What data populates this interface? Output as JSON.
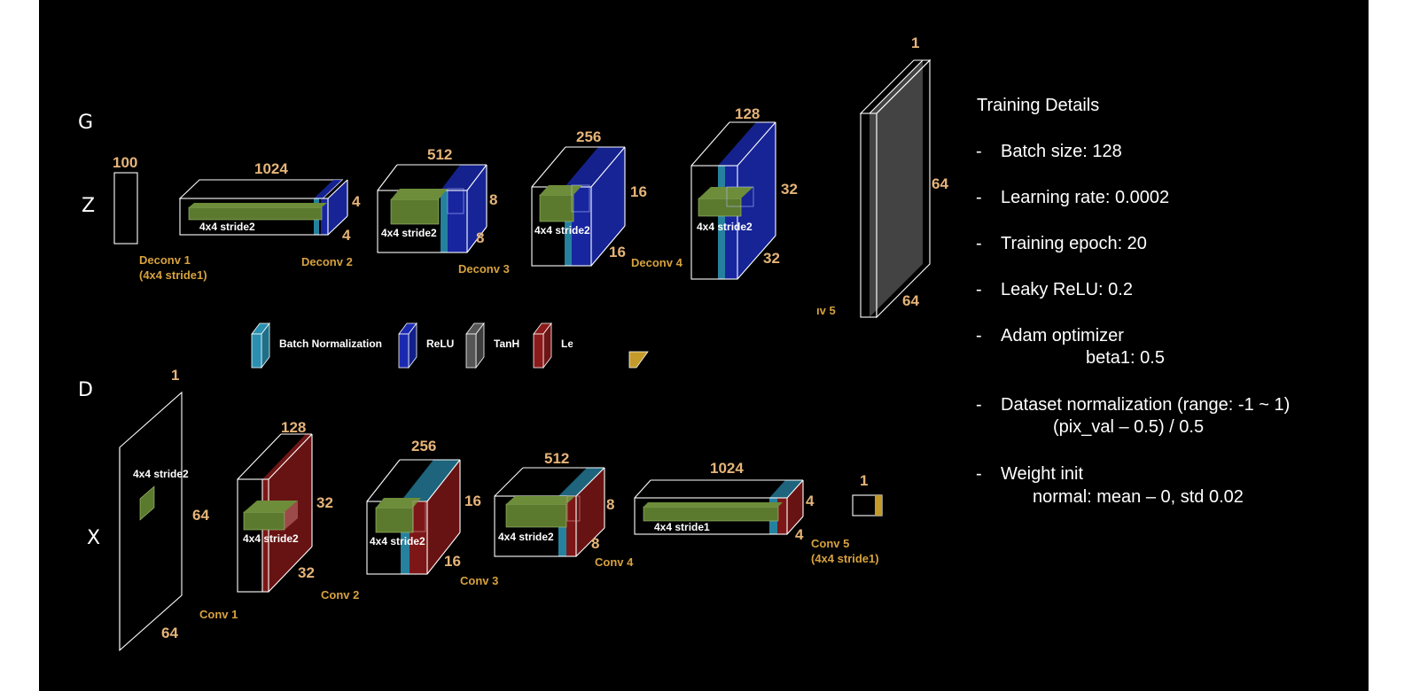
{
  "generator": {
    "title": "G",
    "input": {
      "symbol": "Z",
      "size": "100"
    },
    "deconv1": {
      "name": "Deconv 1",
      "note": "(4x4 stride1)",
      "channels": "1024",
      "dim_a": "4",
      "dim_b": "4",
      "kernel": "4x4 stride2"
    },
    "deconv2": {
      "name": "Deconv 2",
      "channels": "512",
      "dim_a": "8",
      "dim_b": "8",
      "kernel": "4x4 stride2"
    },
    "deconv3": {
      "name": "Deconv 3",
      "channels": "256",
      "dim_a": "16",
      "dim_b": "16",
      "kernel": "4x4 stride2"
    },
    "deconv4": {
      "name": "Deconv 4",
      "channels": "128",
      "dim_a": "32",
      "dim_b": "32",
      "kernel": "4x4 stride2"
    },
    "deconv5": {
      "name_fragment": "ıv 5"
    },
    "output": {
      "channels": "1",
      "dim_a": "64",
      "dim_b": "64"
    }
  },
  "legend": {
    "items": [
      {
        "label": "Batch Normalization",
        "color": "#2a8fb0"
      },
      {
        "label": "ReLU",
        "color": "#1a2ab0"
      },
      {
        "label": "TanH",
        "color": "#555555"
      },
      {
        "label": "Le",
        "color": "#8b1a1a"
      }
    ],
    "extra_color": "#c49a2a"
  },
  "discriminator": {
    "title": "D",
    "input": {
      "symbol": "X",
      "channels": "1",
      "dim_a": "64",
      "dim_b": "64",
      "kernel": "4x4 stride2"
    },
    "conv1": {
      "name": "Conv 1"
    },
    "conv2": {
      "name": "Conv 2",
      "channels": "128",
      "dim_a": "32",
      "dim_b": "32",
      "kernel": "4x4 stride2"
    },
    "conv3": {
      "name": "Conv 3",
      "channels": "256",
      "dim_a": "16",
      "dim_b": "16",
      "kernel": "4x4 stride2"
    },
    "conv4": {
      "name": "Conv 4",
      "channels": "512",
      "dim_a": "8",
      "dim_b": "8",
      "kernel": "4x4 stride2"
    },
    "conv5": {
      "name": "Conv 5",
      "note": "(4x4 stride1)",
      "channels": "1024",
      "dim_a": "4",
      "dim_b": "4",
      "kernel": "4x4 stride1"
    },
    "output": {
      "size": "1"
    }
  },
  "training": {
    "title": "Training Details",
    "items": [
      {
        "bullet": "-",
        "text": "Batch size: 128"
      },
      {
        "bullet": "-",
        "text": "Learning rate: 0.0002"
      },
      {
        "bullet": "-",
        "text": "Training epoch: 20"
      },
      {
        "bullet": "-",
        "text": "Leaky ReLU: 0.2"
      },
      {
        "bullet": "-",
        "text": "Adam optimizer",
        "sub": "beta1: 0.5"
      },
      {
        "bullet": "-",
        "text": "Dataset normalization (range: -1 ~ 1)",
        "sub": "(pix_val – 0.5) / 0.5"
      },
      {
        "bullet": "-",
        "text": "Weight init",
        "sub": "normal: mean – 0, std 0.02"
      }
    ]
  }
}
